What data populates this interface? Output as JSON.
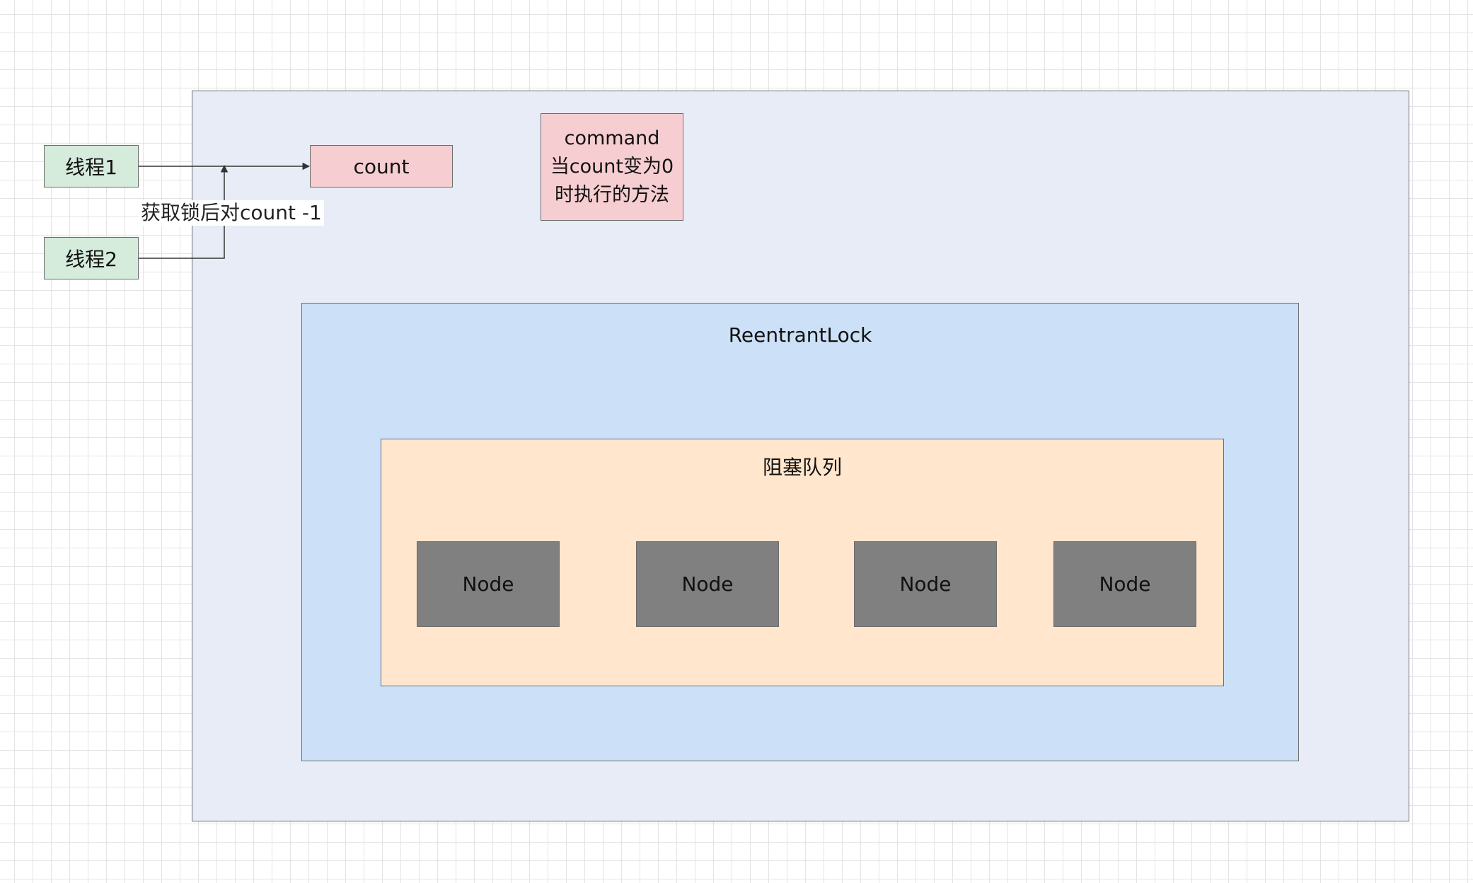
{
  "outer_container": {},
  "reentrant_lock": {
    "label": "ReentrantLock"
  },
  "blocking_queue": {
    "label": "阻塞队列",
    "nodes": [
      {
        "label": "Node"
      },
      {
        "label": "Node"
      },
      {
        "label": "Node"
      },
      {
        "label": "Node"
      }
    ]
  },
  "threads": [
    {
      "label": "线程1"
    },
    {
      "label": "线程2"
    }
  ],
  "count_box": {
    "label": "count"
  },
  "command_box": {
    "lines": [
      "command",
      "当count变为0",
      "时执行的方法"
    ]
  },
  "edge": {
    "label": "获取锁后对count -1"
  },
  "colors": {
    "outer_fill": "#e8ecf7",
    "reentrant_fill": "#cce1f7",
    "queue_fill": "#ffe6cd",
    "thread_fill": "#d5ebdc",
    "count_fill": "#f6ced1",
    "node_fill": "#808080"
  }
}
